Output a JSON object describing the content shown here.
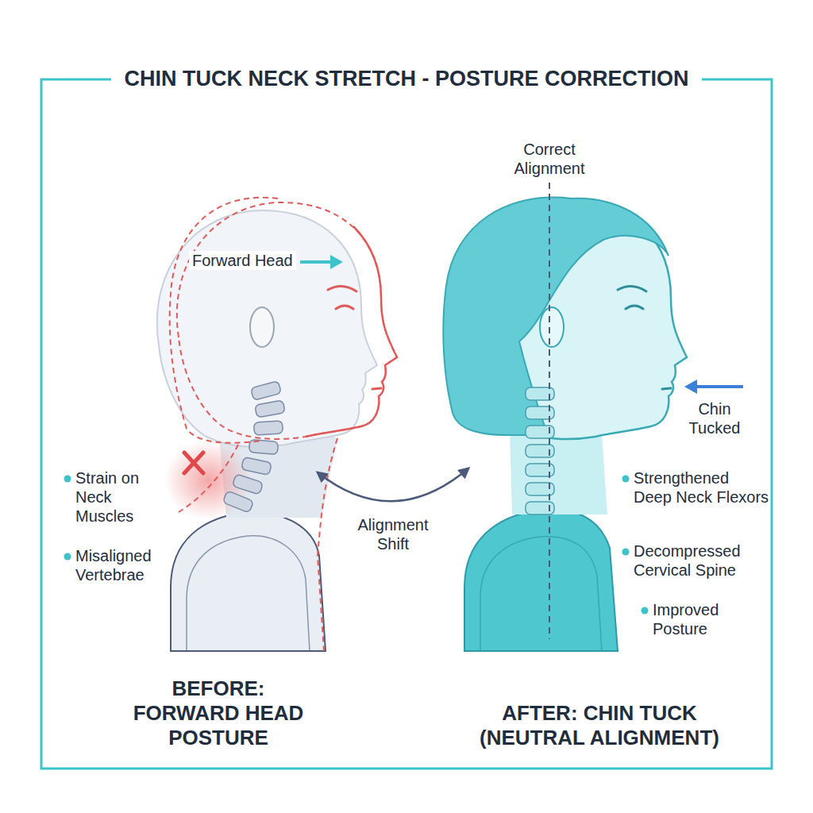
{
  "diagram": {
    "title": "CHIN TUCK NECK STRETCH - POSTURE CORRECTION",
    "nodes": [
      {
        "text": [
          "BEFORE: FORWARD HEAD POSTURE"
        ]
      },
      {
        "text": [
          "AFTER: CHIN TUCK (NEUTRAL ALIGNMENT)"
        ]
      }
    ],
    "edges": [
      {
        "from": 0,
        "to": 1,
        "label": "Alignment Shift",
        "arrow": "both"
      }
    ],
    "labels": [
      "Forward Head",
      "Correct Alignment",
      "Chin Tucked",
      "Strain on Neck Muscles",
      "Misaligned Vertebrae",
      "Strengthened Deep Neck Flexors",
      "Decompressed Cervical Spine",
      "Improved Posture"
    ]
  }
}
